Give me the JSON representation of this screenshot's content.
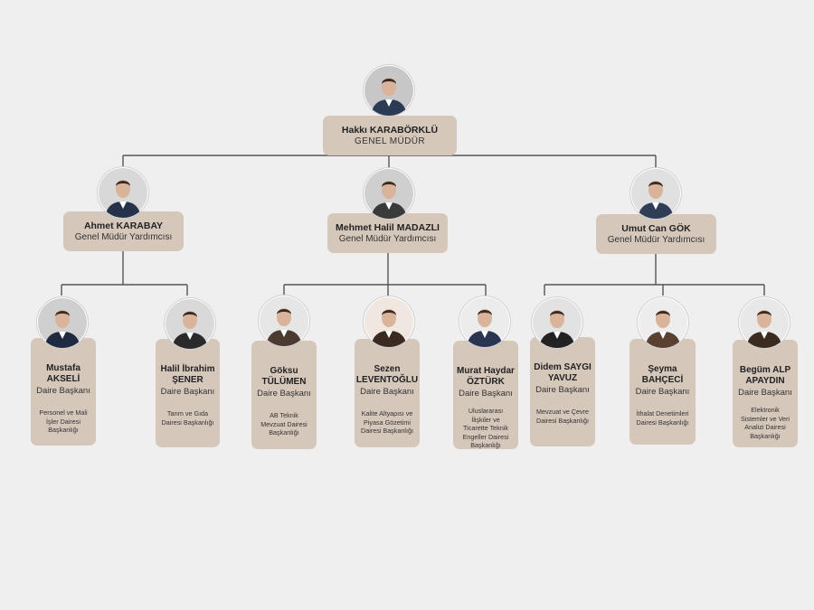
{
  "colors": {
    "background": "#efefef",
    "card": "#d6c7bb",
    "connector": "#555555"
  },
  "head": {
    "name": "Hakkı KARABÖRKLÜ",
    "title": "GENEL MÜDÜR",
    "icon": "person-photo-icon"
  },
  "deputies": [
    {
      "name": "Ahmet KARABAY",
      "title": "Genel Müdür Yardımcısı",
      "icon": "person-photo-icon",
      "departments": [
        {
          "name": "Mustafa AKSELİ",
          "title": "Daire Başkanı",
          "unit": "Personel ve Mali İşler Dairesi Başkanlığı"
        },
        {
          "name": "Halil İbrahim ŞENER",
          "title": "Daire Başkanı",
          "unit": "Tarım ve Gıda Dairesi Başkanlığı"
        }
      ]
    },
    {
      "name": "Mehmet Halil MADAZLI",
      "title": "Genel Müdür Yardımcısı",
      "icon": "person-photo-icon",
      "departments": [
        {
          "name": "Göksu TÜLÜMEN",
          "title": "Daire Başkanı",
          "unit": "AB Teknik Mevzuat Dairesi Başkanlığı"
        },
        {
          "name": "Sezen LEVENTOĞLU",
          "title": "Daire Başkanı",
          "unit": "Kalite Altyapısı ve Piyasa Gözetimi Dairesi Başkanlığı"
        },
        {
          "name": "Murat Haydar ÖZTÜRK",
          "title": "Daire Başkanı",
          "unit": "Uluslararası İlişkiler ve Ticarette Teknik Engeller Dairesi Başkanlığı"
        }
      ]
    },
    {
      "name": "Umut Can GÖK",
      "title": "Genel Müdür Yardımcısı",
      "icon": "person-photo-icon",
      "departments": [
        {
          "name": "Didem SAYGI YAVUZ",
          "title": "Daire Başkanı",
          "unit": "Mevzuat ve Çevre Dairesi Başkanlığı"
        },
        {
          "name": "Şeyma BAHÇECİ",
          "title": "Daire Başkanı",
          "unit": "İthalat Denetimleri Dairesi Başkanlığı"
        },
        {
          "name": "Begüm ALP APAYDIN",
          "title": "Daire Başkanı",
          "unit": "Elektronik Sistemler ve Veri Analizi Dairesi Başkanlığı"
        }
      ]
    }
  ]
}
